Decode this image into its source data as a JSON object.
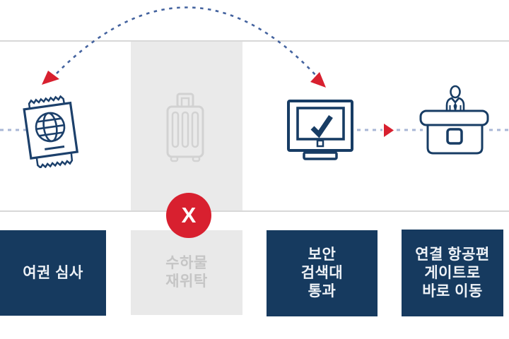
{
  "diagram_type": "airport-transfer-process",
  "colors": {
    "navy": "#163a5f",
    "red": "#d8202f",
    "panel_gray": "#eaeaea",
    "muted_text": "#c5c5c5",
    "divider_gray": "#d8d8d8",
    "flow_dash_blue": "#a9b7d6",
    "arc_dash_blue": "#44639f",
    "gray_icon": "#d2d2d2"
  },
  "steps": [
    {
      "id": "passport-check",
      "state": "active",
      "icon": "passport-icon",
      "lines": [
        "여권 심사"
      ]
    },
    {
      "id": "baggage-recheck",
      "state": "skipped",
      "icon": "suitcase-icon",
      "lines": [
        "수하물",
        "재위탁"
      ]
    },
    {
      "id": "security-screening",
      "state": "active",
      "icon": "monitor-check-icon",
      "lines": [
        "보안",
        "검색대",
        "통과"
      ]
    },
    {
      "id": "gate-transfer",
      "state": "active",
      "icon": "gate-counter-icon",
      "lines": [
        "연결 항공편",
        "게이트로",
        "바로 이동"
      ]
    }
  ],
  "skip_badge": {
    "label": "X"
  }
}
